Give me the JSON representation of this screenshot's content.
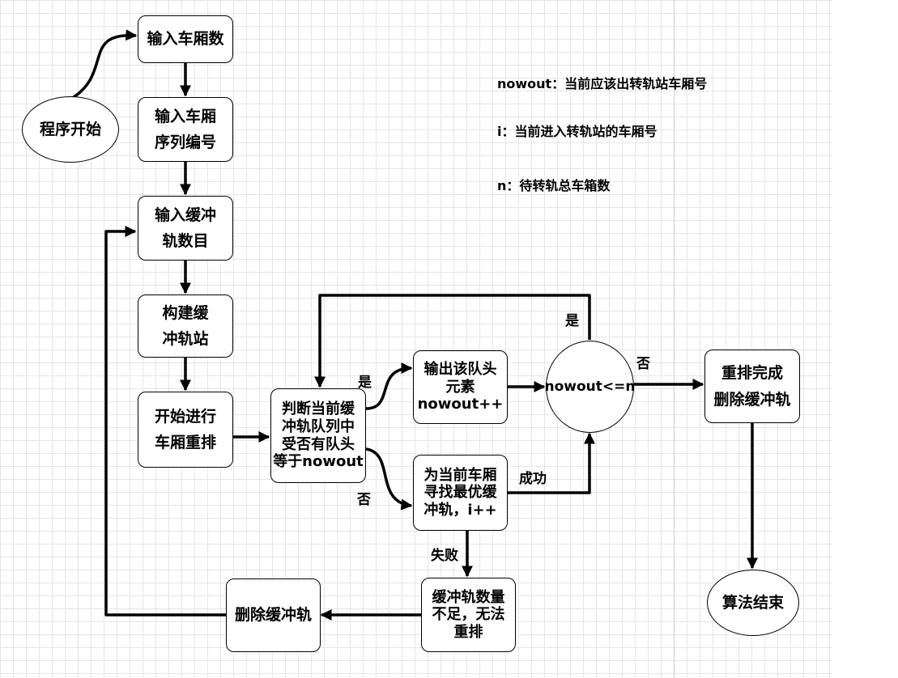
{
  "nodes": {
    "start": "程序开始",
    "input_count": "输入车厢数",
    "input_seq": "输入车厢\n序列编号",
    "input_buffer": "输入缓冲\n轨数目",
    "build": "构建缓\n冲轨站",
    "begin": "开始进行\n车厢重排",
    "judge": "判断当前缓\n冲轨队列中\n受否有队头\n等于nowout",
    "output": "输出该队头\n元素\nnowout++",
    "find": "为当前车厢\n寻找最优缓\n冲轨，i++",
    "cond": "nowout<=n",
    "done": "重排完成\n删除缓冲轨",
    "insufficient": "缓冲轨数量\n不足，无法\n重排",
    "delete": "删除缓冲轨",
    "end": "算法结束"
  },
  "edge_labels": {
    "judge_yes": "是",
    "judge_no": "否",
    "cond_yes": "是",
    "cond_no": "否",
    "success": "成功",
    "fail": "失败"
  },
  "legend": [
    "nowout：当前应该出转轨站车厢号",
    "i：当前进入转轨站的车厢号",
    "n：待转轨总车箱数"
  ]
}
